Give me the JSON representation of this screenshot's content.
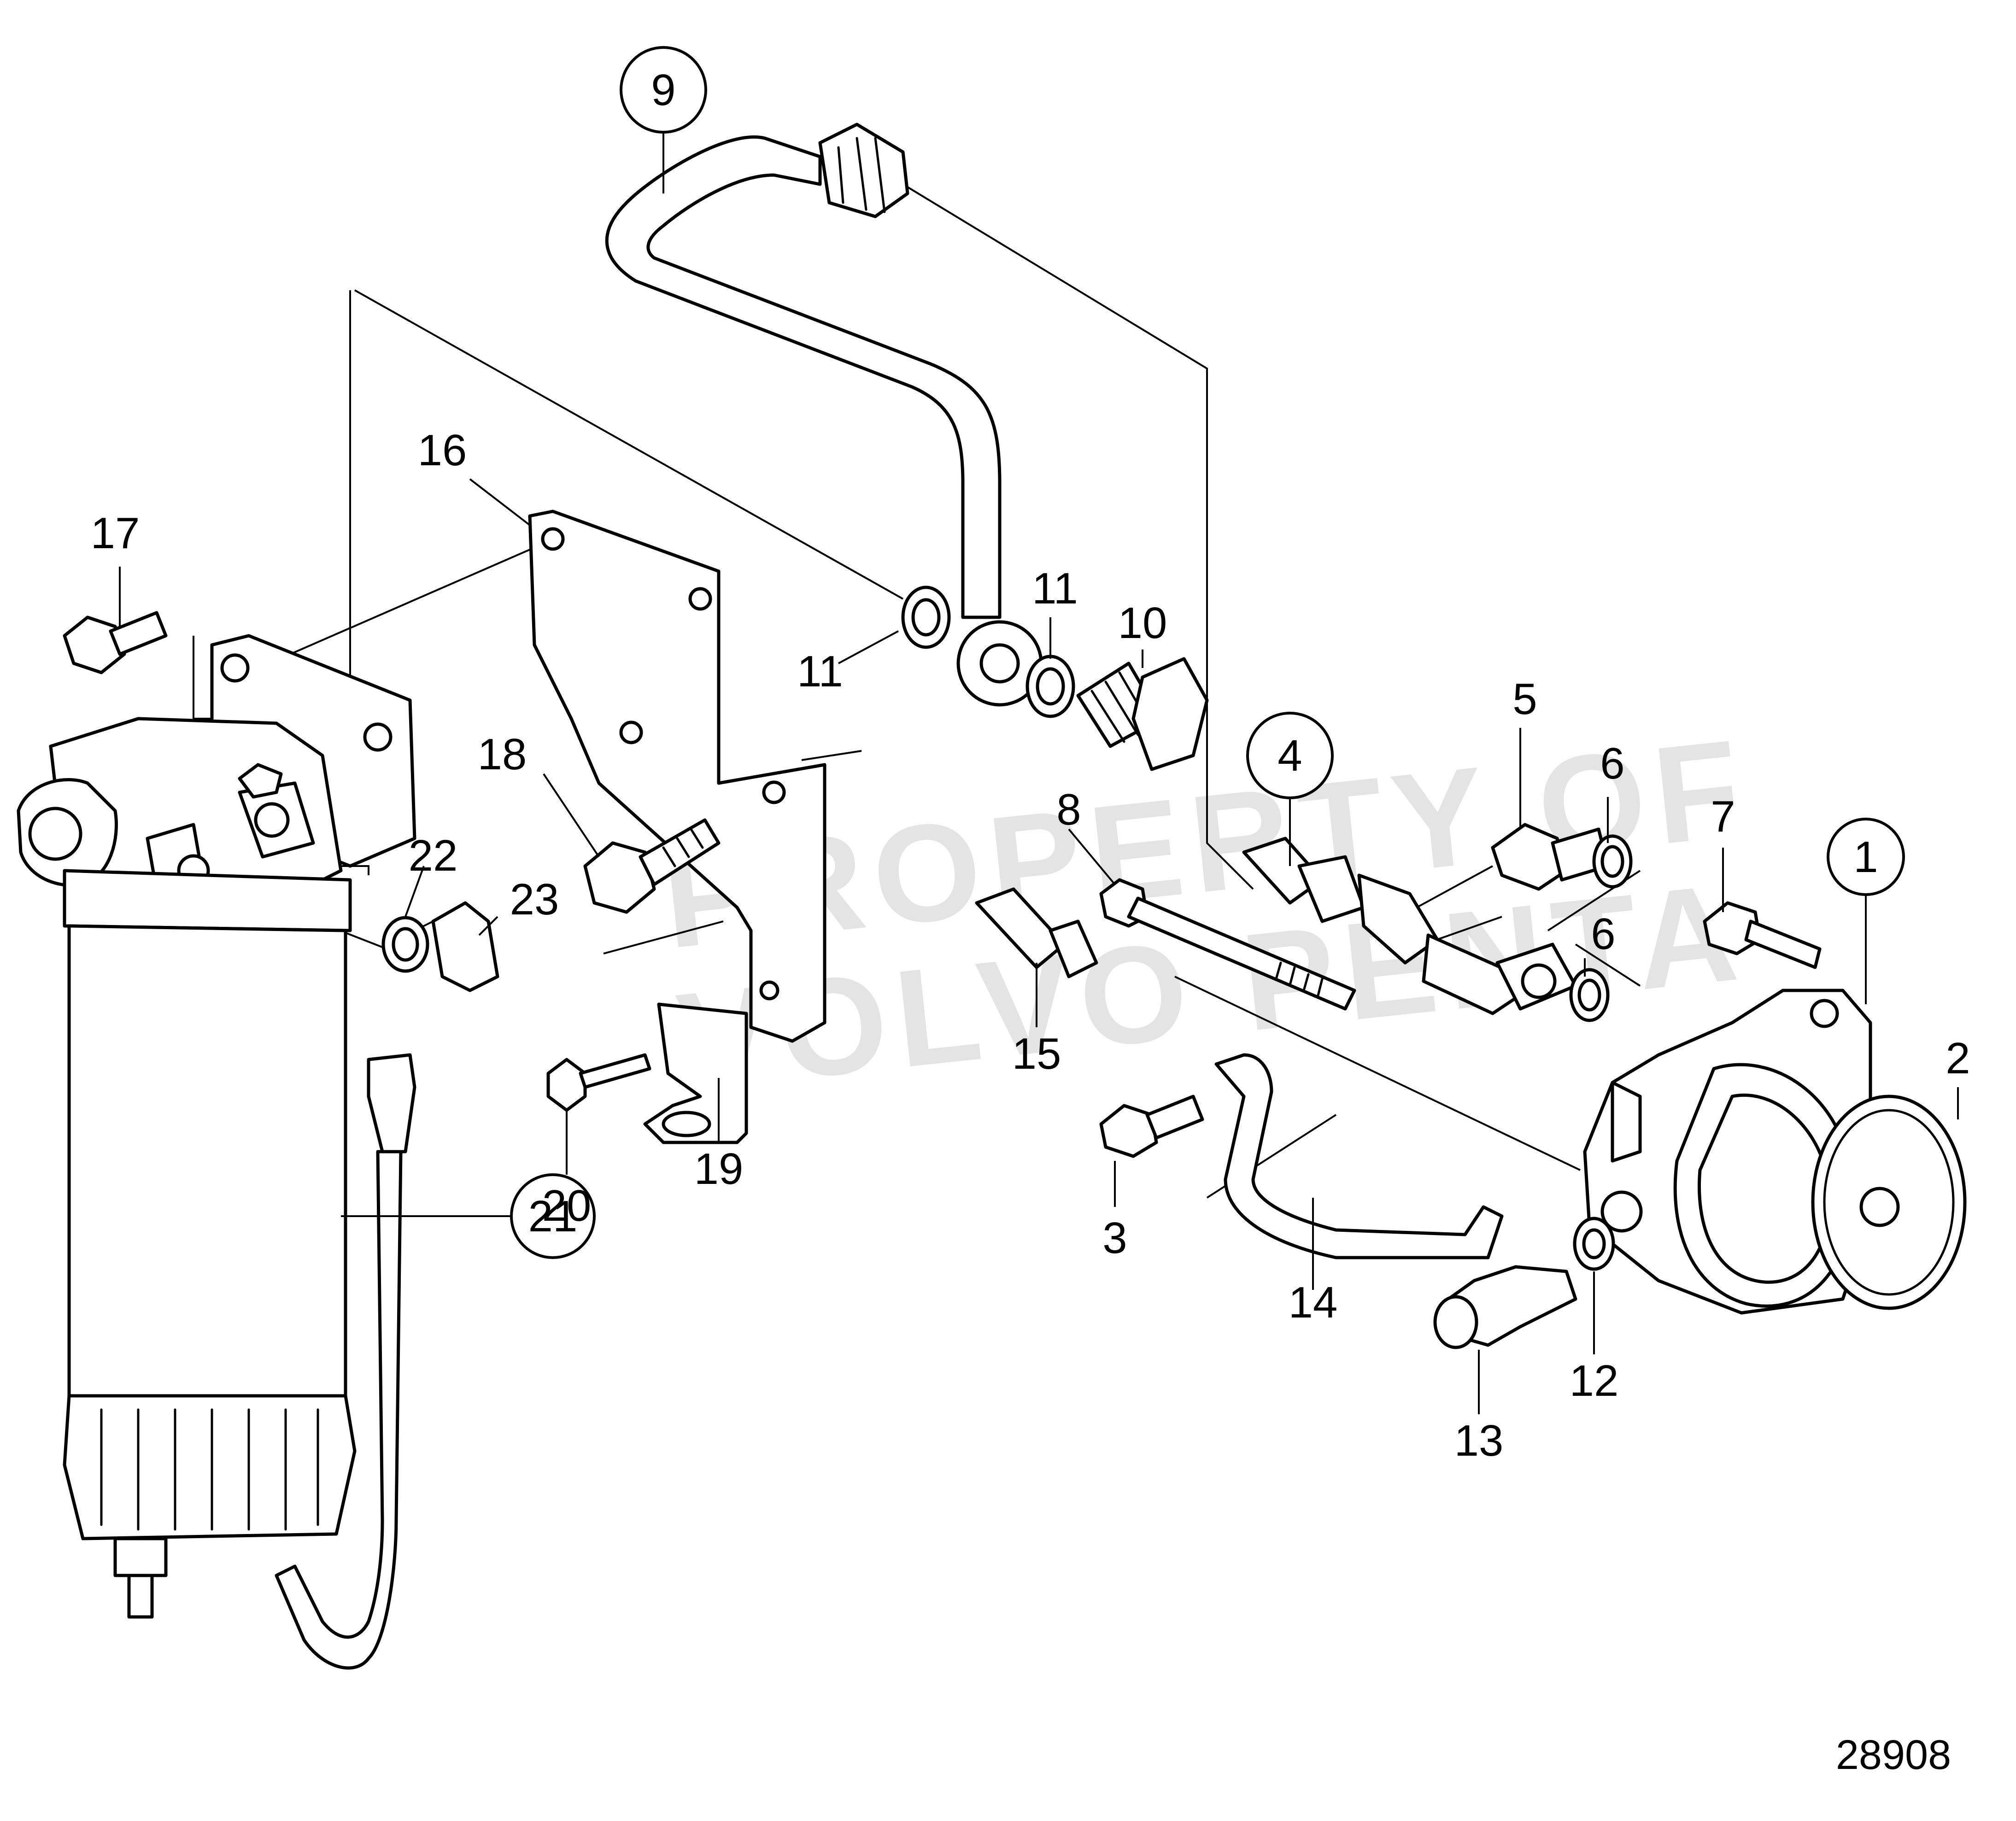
{
  "watermark": {
    "line1": "PROPERTY OF",
    "line2": "VOLVO PENTA"
  },
  "reference_number": "28908",
  "callouts": [
    {
      "id": "1",
      "text": "1",
      "circled": true
    },
    {
      "id": "2",
      "text": "2",
      "circled": false
    },
    {
      "id": "3",
      "text": "3",
      "circled": false
    },
    {
      "id": "4",
      "text": "4",
      "circled": true
    },
    {
      "id": "5",
      "text": "5",
      "circled": false
    },
    {
      "id": "6a",
      "text": "6",
      "circled": false
    },
    {
      "id": "6b",
      "text": "6",
      "circled": false
    },
    {
      "id": "7",
      "text": "7",
      "circled": false
    },
    {
      "id": "8",
      "text": "8",
      "circled": false
    },
    {
      "id": "9",
      "text": "9",
      "circled": true
    },
    {
      "id": "10",
      "text": "10",
      "circled": false
    },
    {
      "id": "11a",
      "text": "11",
      "circled": false
    },
    {
      "id": "11b",
      "text": "11",
      "circled": false
    },
    {
      "id": "12",
      "text": "12",
      "circled": false
    },
    {
      "id": "13",
      "text": "13",
      "circled": false
    },
    {
      "id": "14",
      "text": "14",
      "circled": false
    },
    {
      "id": "15",
      "text": "15",
      "circled": false
    },
    {
      "id": "16",
      "text": "16",
      "circled": false
    },
    {
      "id": "17",
      "text": "17",
      "circled": false
    },
    {
      "id": "18",
      "text": "18",
      "circled": false
    },
    {
      "id": "19",
      "text": "19",
      "circled": false
    },
    {
      "id": "20",
      "text": "20",
      "circled": false
    },
    {
      "id": "21",
      "text": "21",
      "circled": true
    },
    {
      "id": "22",
      "text": "22",
      "circled": false
    },
    {
      "id": "23",
      "text": "23",
      "circled": false
    }
  ]
}
